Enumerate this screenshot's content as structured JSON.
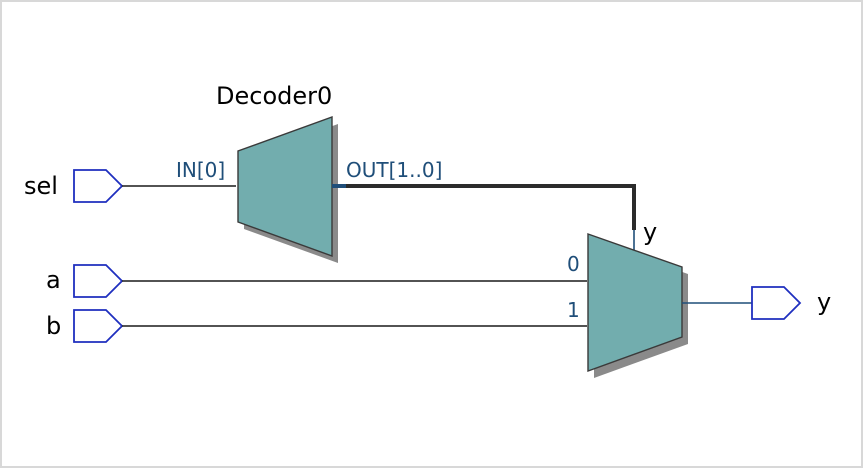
{
  "colors": {
    "block_fill": "#72adae",
    "block_stroke": "#3a3a3a",
    "shadow": "#8a8a8a",
    "port_stroke": "#1f2fbf",
    "wire": "#1a1a1a",
    "bus": "#2b2b2b",
    "pin_text": "#1f4e79",
    "pin_tick": "#1f4e79",
    "border": "#d8d8d8"
  },
  "inputs": {
    "sel": "sel",
    "a": "a",
    "b": "b"
  },
  "output": "y",
  "decoder": {
    "name": "Decoder0",
    "in_pin": "IN[0]",
    "out_pin": "OUT[1..0]"
  },
  "mux": {
    "sel_pin": "y",
    "data0": "0",
    "data1": "1"
  }
}
